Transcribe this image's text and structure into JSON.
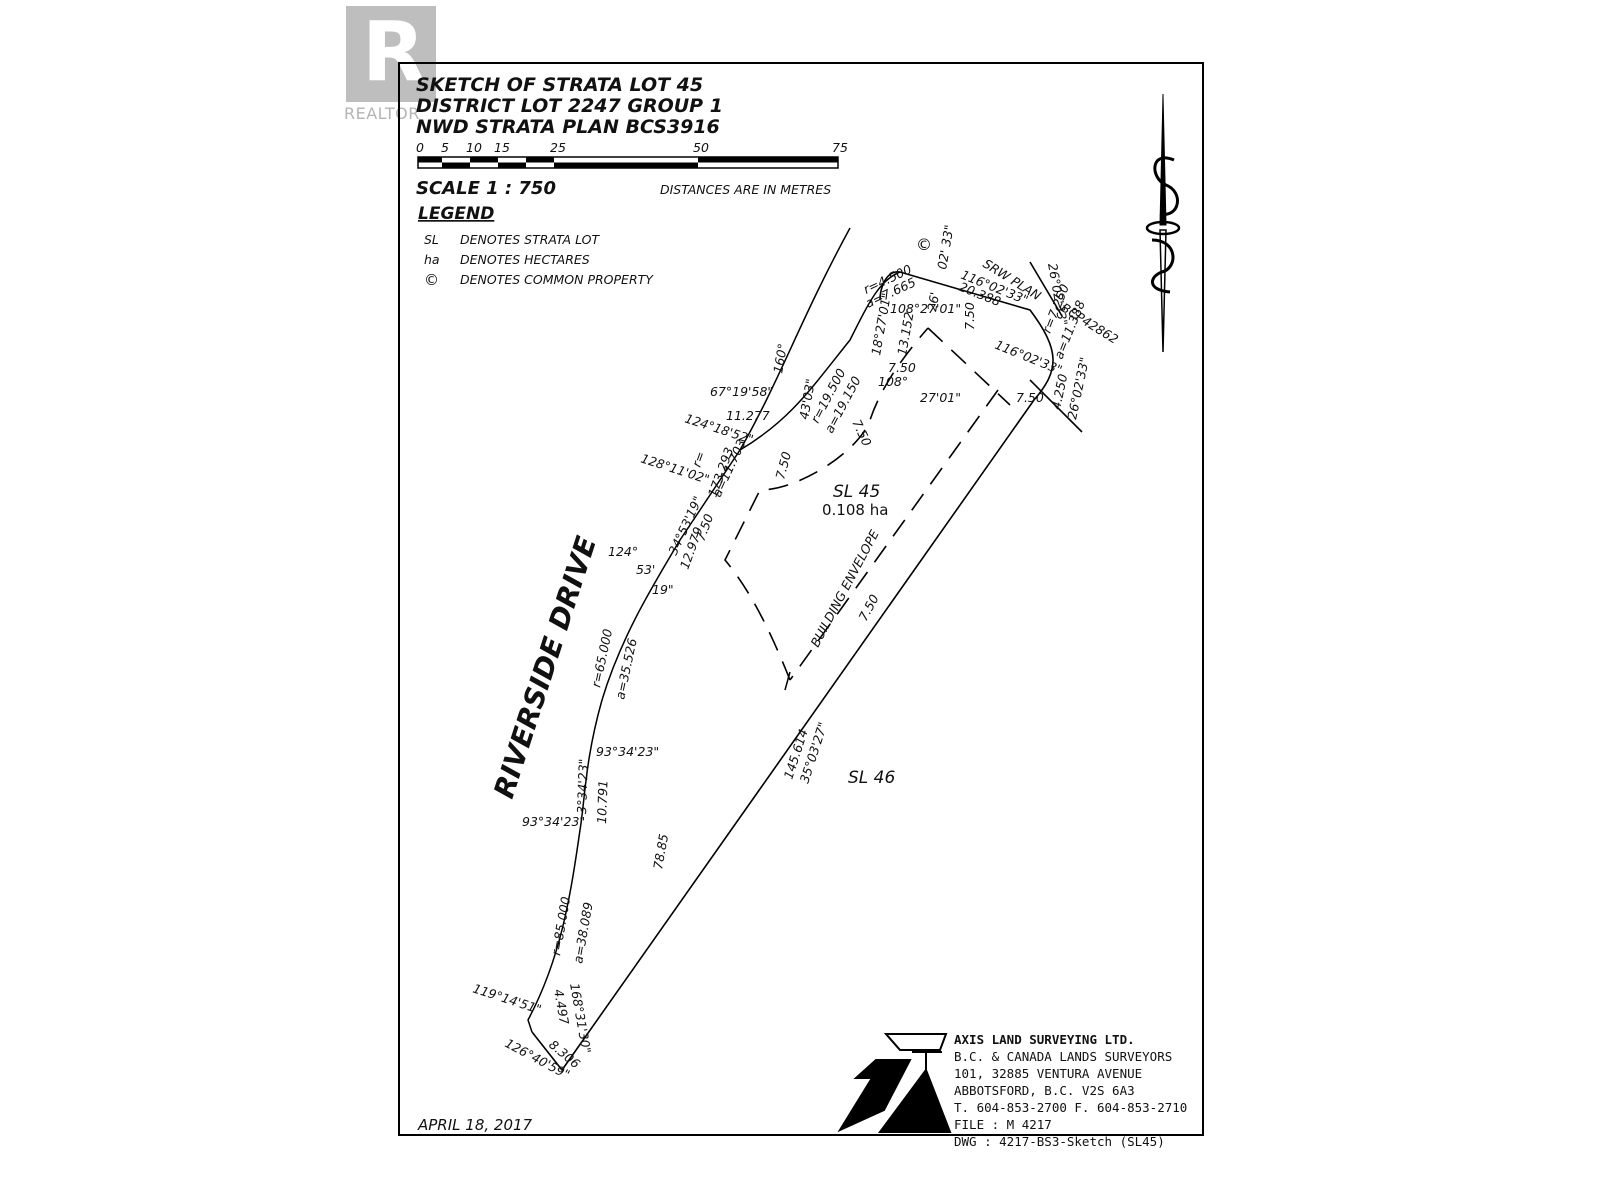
{
  "watermark": {
    "logo_letter": "R",
    "text": "REALTOR"
  },
  "title": {
    "line1": "SKETCH OF STRATA LOT 45",
    "line2": "DISTRICT LOT 2247 GROUP 1",
    "line3": "NWD STRATA PLAN BCS3916"
  },
  "scalebar": {
    "ticks": [
      "0",
      "5",
      "10",
      "15",
      "25",
      "50",
      "75"
    ],
    "scale_label": "SCALE  1 : 750",
    "units_note": "DISTANCES ARE IN METRES"
  },
  "legend": {
    "heading": "LEGEND",
    "items": [
      {
        "symbol": "SL",
        "text": "DENOTES STRATA LOT"
      },
      {
        "symbol": "ha",
        "text": "DENOTES HECTARES"
      },
      {
        "symbol": "©",
        "text": "DENOTES COMMON PROPERTY"
      }
    ]
  },
  "plan": {
    "road": "RIVERSIDE DRIVE",
    "lot_label": "SL 45",
    "lot_area": "0.108 ha",
    "adjacent_lot": "SL 46",
    "envelope_label": "BUILDING ENVELOPE",
    "common_symbol": "©",
    "srw": "SRW  PLAN",
    "srw_plan_no": "BCP42862",
    "dimensions": {
      "d_02_33": "02' 33\"",
      "d_116_top": "116°02'33\"",
      "d_20388": "20.388",
      "d_26_0233_a": "26°02'33\"",
      "d_r4500": "r=4.500",
      "d_a7665": "a=7.665",
      "d_26": "26'",
      "d_108_27_a": "108°27'01\"",
      "d_750_a": "7.50",
      "d_116_mid": "116°02'33\"",
      "d_r7250": "r=7.250",
      "d_a11388": "a=11.388",
      "d_18_27": "18°27'01\"",
      "d_13152": "13.152",
      "d_750_b": "7.50",
      "d_108": "108°",
      "d_27_01": "27'01\"",
      "d_750_c": "7.50",
      "d_4250": "4.250",
      "d_26_0233_b": "26°02'33\"",
      "d_160": "160°",
      "d_43_03": "43'03\"",
      "d_r19500": "r=19.500",
      "d_a19150": "a=19.150",
      "d_750_d": "7.50",
      "d_67_19": "67°19'58\"",
      "d_11277": "11.277",
      "d_124_18": "124°18'52\"",
      "d_128_11": "128°11'02\"",
      "d_r173": "r=",
      "d_173293": "173.293",
      "d_a11703": "a=11.703",
      "d_750_e": "7.50",
      "d_34_53": "34°53'19\"",
      "d_750_f": "7.50",
      "d_12979": "12.979",
      "d_124": "124°",
      "d_53": "53'",
      "d_19": "19\"",
      "d_750_g": "7.50",
      "d_r65": "r=65.000",
      "d_a35": "a=35.526",
      "d_93_top": "93°34'23\"",
      "d_3_34": "3°34'23\"",
      "d_10791": "10.791",
      "d_93_bot": "93°34'23\"",
      "d_78": "78.85",
      "d_145": "145.614",
      "d_35_03": "35°03'27\"",
      "d_r85": "r=85.000",
      "d_a38": "a=38.089",
      "d_119": "119°14'51\"",
      "d_168": "168°31'30\"",
      "d_4497": "4.497",
      "d_8306": "8.306",
      "d_126": "126°40'59\""
    }
  },
  "firm": {
    "name": "AXIS LAND SURVEYING LTD.",
    "line1": "B.C. & CANADA LANDS SURVEYORS",
    "line2": "101, 32885 VENTURA AVENUE",
    "line3": "ABBOTSFORD, B.C.  V2S 6A3",
    "phone": "T. 604-853-2700 F. 604-853-2710",
    "file": "FILE : M 4217",
    "dwg": "DWG : 4217-BS3-Sketch    (SL45)"
  },
  "date": "APRIL 18, 2017"
}
